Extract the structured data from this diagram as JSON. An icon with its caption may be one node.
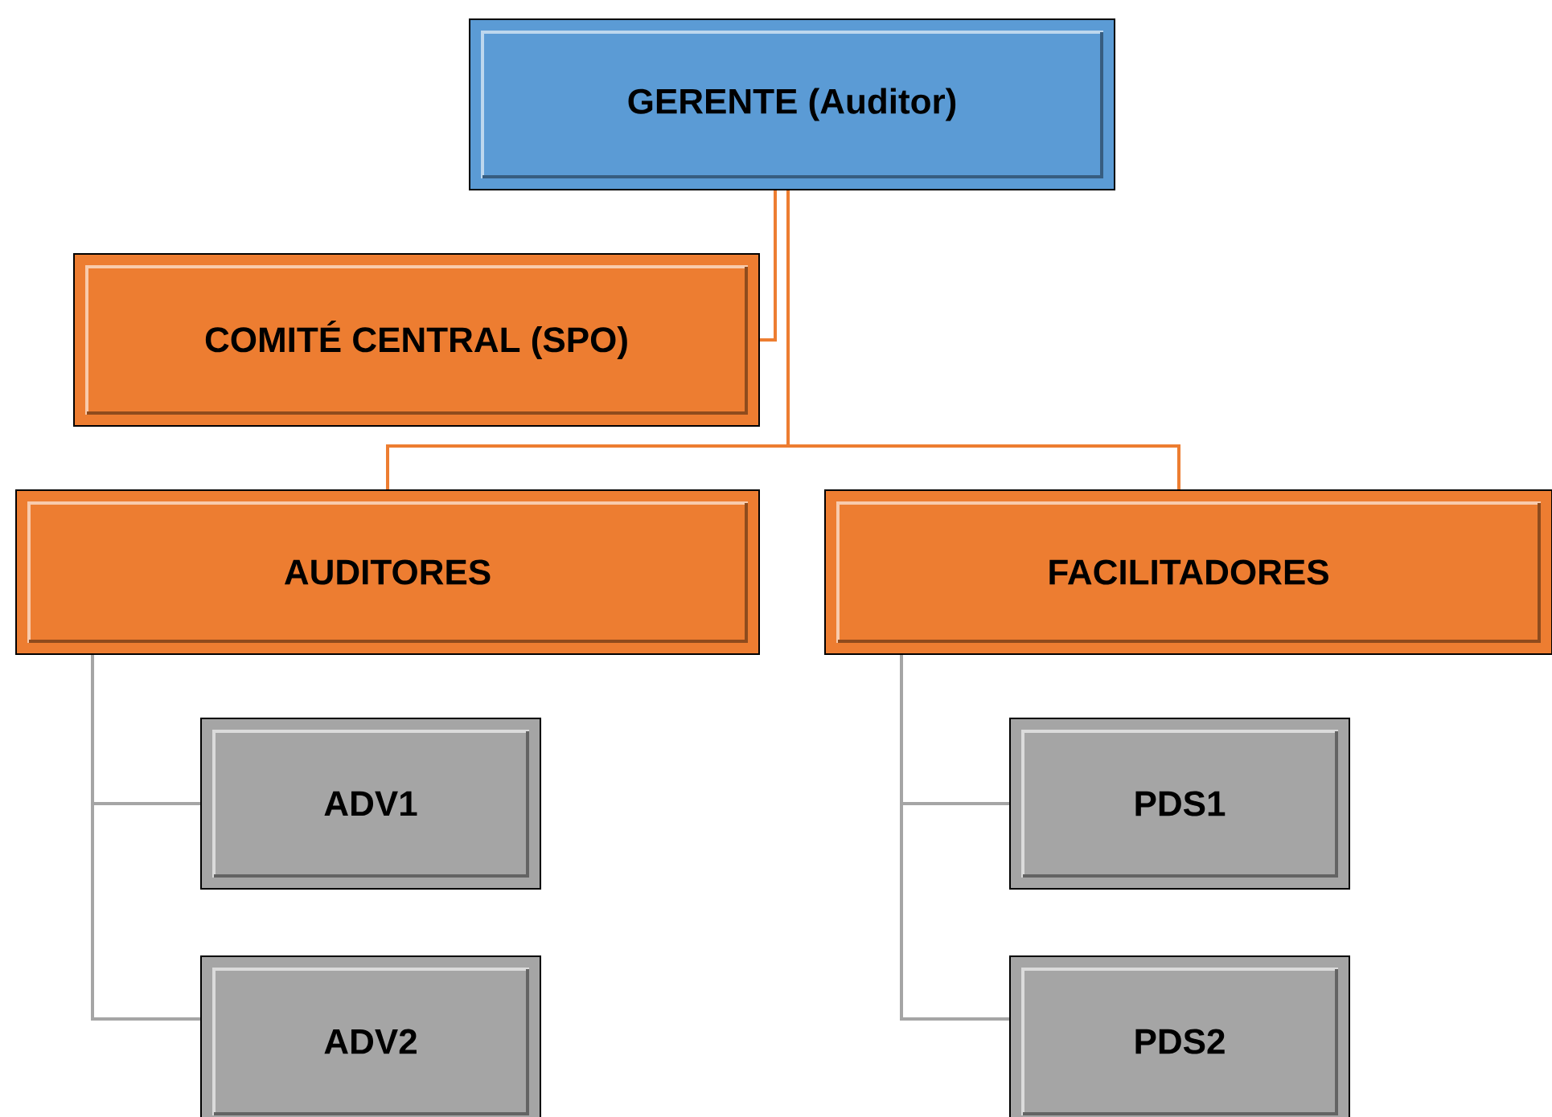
{
  "diagram": {
    "nodes": [
      {
        "text": [
          "GERENTE (Auditor)"
        ]
      },
      {
        "text": [
          "COMITÉ CENTRAL (SPO)"
        ]
      },
      {
        "text": [
          "AUDITORES"
        ]
      },
      {
        "text": [
          "FACILITADORES"
        ]
      },
      {
        "text": [
          "ADV1"
        ]
      },
      {
        "text": [
          "ADV2"
        ]
      },
      {
        "text": [
          "PDS1"
        ]
      },
      {
        "text": [
          "PDS2"
        ]
      }
    ],
    "edges": [
      {
        "from": 0,
        "to": 1,
        "arrow": "none",
        "color": "#ed7d31"
      },
      {
        "from": 0,
        "to": 2,
        "arrow": "none",
        "color": "#ed7d31"
      },
      {
        "from": 0,
        "to": 3,
        "arrow": "none",
        "color": "#ed7d31"
      },
      {
        "from": 2,
        "to": 4,
        "arrow": "none"
      },
      {
        "from": 2,
        "to": 5,
        "arrow": "none"
      },
      {
        "from": 3,
        "to": 6,
        "arrow": "none"
      },
      {
        "from": 3,
        "to": 7,
        "arrow": "none"
      }
    ]
  }
}
